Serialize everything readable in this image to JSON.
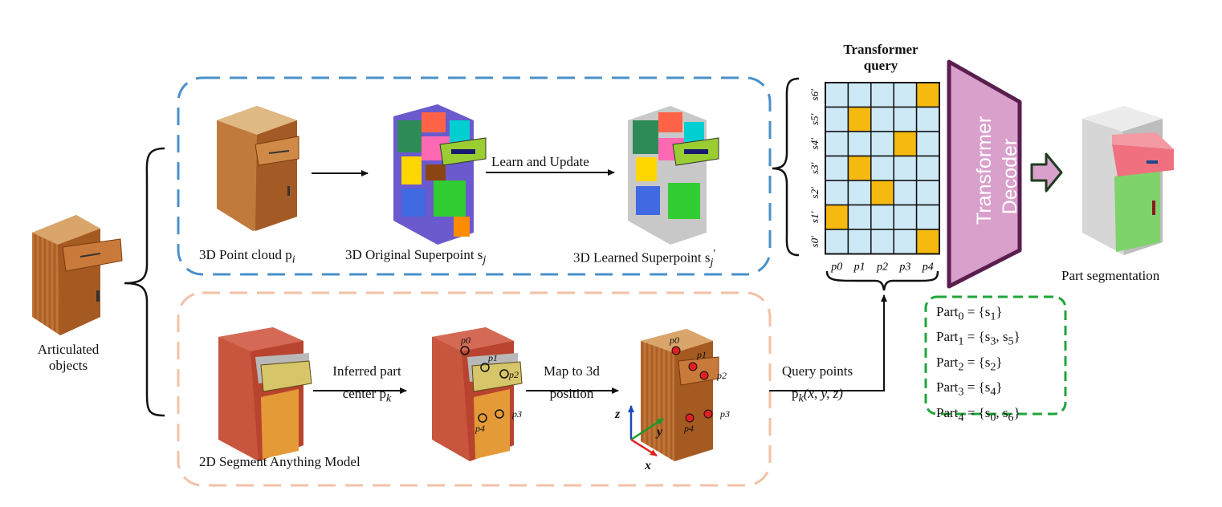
{
  "colors": {
    "upper_box": "#4a90c8",
    "lower_box": "#f2c1a6",
    "matrix_cell": "#cde9f6",
    "matrix_active": "#f5b90f",
    "decoder_fill": "#d9a0cc",
    "decoder_stroke": "#5a1e4e",
    "parts_box": "#1fa63a",
    "wood": "#b86b2e",
    "cabinet_red": "#c8553e",
    "cabinet_orange": "#e59a38"
  },
  "left": {
    "label_line1": "Articulated",
    "label_line2": "objects"
  },
  "upper": {
    "point_cloud_label": "3D Point cloud p",
    "point_cloud_sub": "i",
    "original_sp_label": "3D Original Superpoint s",
    "original_sp_sub": "j",
    "learned_sp_label": "3D Learned Superpoint s",
    "learned_sp_sub": "j",
    "learned_sp_prime": "′",
    "learn_update": "Learn and Update"
  },
  "lower": {
    "sam_label": "2D Segment Anything Model",
    "inferred_line1": "Inferred part",
    "inferred_line2": "center p",
    "inferred_sub": "k",
    "map_line1": "Map to 3d",
    "map_line2": "position",
    "query_line1": "Query points",
    "query_line2": "p",
    "query_sub": "k",
    "query_args": "(x, y, z)",
    "axis_z": "z",
    "axis_y": "y",
    "axis_x": "x",
    "point_labels_2d": [
      "p0",
      "p1",
      "p2",
      "p3",
      "p4"
    ],
    "point_labels_3d": [
      "p0",
      "p1",
      "p2",
      "p3",
      "p4"
    ]
  },
  "matrix": {
    "title_line1": "Transformer",
    "title_line2": "query",
    "row_labels": [
      "s6′",
      "s5′",
      "s4′",
      "s3′",
      "s2′",
      "s1′",
      "s0′"
    ],
    "col_labels": [
      "p0",
      "p1",
      "p2",
      "p3",
      "p4"
    ],
    "active": [
      [
        0,
        4
      ],
      [
        1,
        1
      ],
      [
        2,
        3
      ],
      [
        3,
        1
      ],
      [
        4,
        2
      ],
      [
        5,
        0
      ],
      [
        6,
        4
      ]
    ]
  },
  "decoder": {
    "line1": "Transformer",
    "line2": "Decoder"
  },
  "output": {
    "label": "Part segmentation"
  },
  "parts": [
    {
      "name": "Part",
      "sub": "0",
      "value": "= {s",
      "vals": [
        "1"
      ]
    },
    {
      "name": "Part",
      "sub": "1",
      "value": "= {s",
      "vals": [
        "3",
        "5"
      ]
    },
    {
      "name": "Part",
      "sub": "2",
      "value": "= {s",
      "vals": [
        "2"
      ]
    },
    {
      "name": "Part",
      "sub": "3",
      "value": "= {s",
      "vals": [
        "4"
      ]
    },
    {
      "name": "Part",
      "sub": "4",
      "value": "= {s",
      "vals": [
        "0",
        "6"
      ]
    }
  ]
}
